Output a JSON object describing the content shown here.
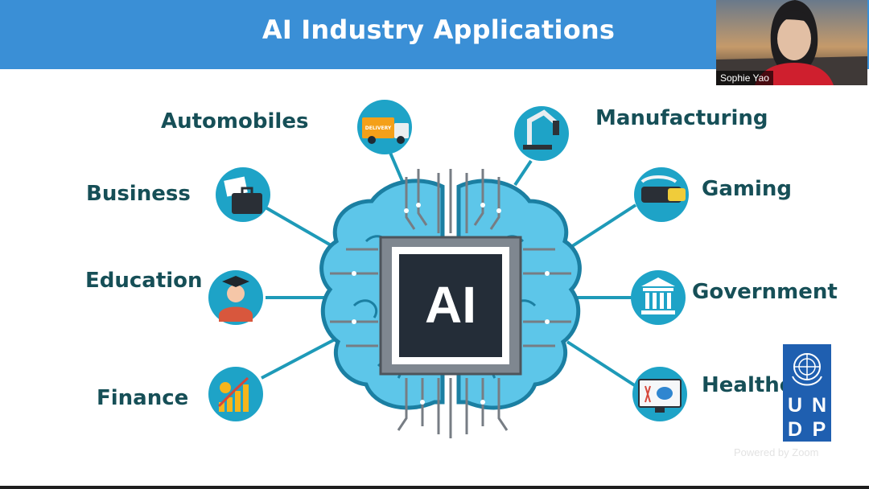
{
  "slide": {
    "title": "AI Industry Applications",
    "center_label": "AI",
    "applications": {
      "automobiles": "Automobiles",
      "business": "Business",
      "education": "Education",
      "finance": "Finance",
      "manufacturing": "Manufacturing",
      "gaming": "Gaming",
      "government": "Government",
      "healthcare": "Healthcare"
    },
    "truck_text": "DELIVERY"
  },
  "video": {
    "participant_name": "Sophie Yao"
  },
  "logo": {
    "letters": [
      "U",
      "N",
      "D",
      "P"
    ]
  },
  "watermark": "Powered by Zoom",
  "colors": {
    "title_bar": "#3a8fd6",
    "label_text": "#164f57",
    "brain": "#5dc6e9",
    "chip_dark": "#242d38",
    "undp_blue": "#1f5fb0"
  }
}
